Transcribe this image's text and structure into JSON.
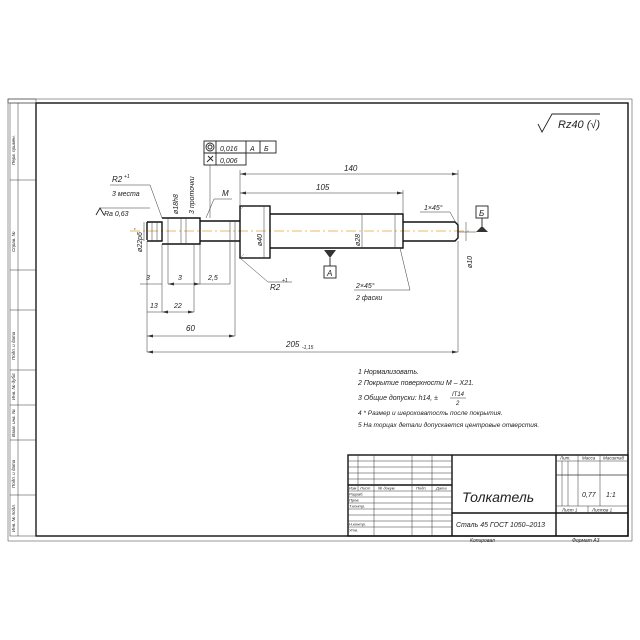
{
  "drawing": {
    "surface_roughness": "Rz40 (√)",
    "tolerance_frame": {
      "row1": [
        "0,016",
        "А",
        "Б"
      ],
      "row2": [
        "0,006"
      ]
    },
    "labels": {
      "r2_top": "R2",
      "r2_top_sup": "+1",
      "three_places": "3 места",
      "ra": "Ra 0,63",
      "d18": "ø18h8",
      "three_grooves": "3 проточки",
      "m": "М",
      "d22": "ø22p6",
      "d22_sup": "*",
      "d40": "ø40",
      "d28": "ø28",
      "d10": "ø10",
      "r2_bottom": "R2",
      "r2_bottom_sup": "+1",
      "chamfer_1": "1×45°",
      "chamfer_2": "2×45°",
      "two_chamfers": "2 фаски",
      "datum_a": "А",
      "datum_b": "Б"
    },
    "dims": {
      "d140": "140",
      "d105": "105",
      "d3a": "3",
      "d3b": "3",
      "d25": "2,5",
      "d13": "13",
      "d22": "22",
      "d60": "60",
      "d205": "205",
      "d205_sub": "-1,15"
    }
  },
  "notes": [
    "1 Нормализовать.",
    "2 Покрытие поверхности М – Х21.",
    "3 Общие допуски: h14, ±",
    "4  * Размер и шероховатость после покрытия.",
    "5 На торцах детали допускается центровые отверстия."
  ],
  "note3_fraction": {
    "numerator": "IT14",
    "denominator": "2"
  },
  "title_block": {
    "name": "Толкатель",
    "material": "Сталь 45 ГОСТ 1050–2013",
    "mass": "0,77",
    "scale": "1:1",
    "sheet": "Лист  1",
    "sheets": "Листов  1",
    "headers": {
      "lit": "Лит.",
      "mass": "Масса",
      "scale": "Масштаб"
    },
    "rev_headers": [
      "Изм",
      "Лист",
      "№ докум.",
      "Подп.",
      "Дата"
    ],
    "roles": [
      "Разраб.",
      "Пров.",
      "Т.контр.",
      "",
      "Н.контр.",
      "Утв."
    ],
    "copied": "Копировал",
    "format": "Формат   А3"
  },
  "left_stamp": [
    "Перв. примен.",
    "Справ. №",
    "Подп. и дата",
    "Инв. № дубл.",
    "Взам. инв. №",
    "Подп. и дата",
    "Инв. № подл."
  ]
}
